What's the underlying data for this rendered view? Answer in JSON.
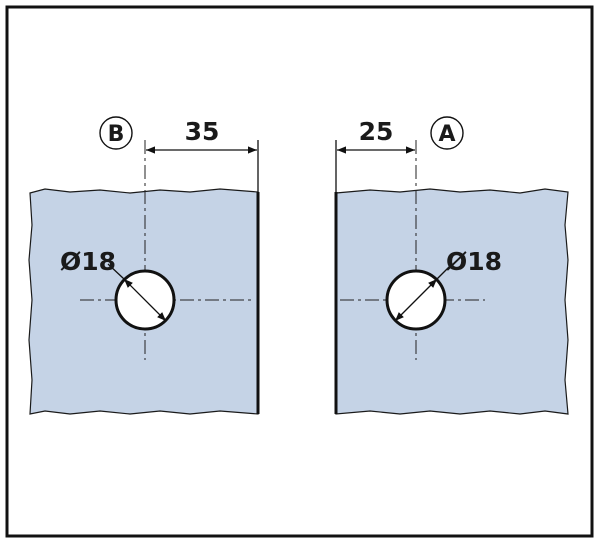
{
  "panel_b": {
    "label": "B",
    "offset_dimension": "35",
    "hole_diameter": "Ø18"
  },
  "panel_a": {
    "label": "A",
    "offset_dimension": "25",
    "hole_diameter": "Ø18"
  },
  "colors": {
    "glass_fill": "#c5d3e6",
    "outline": "#111111",
    "frame_background": "#ffffff"
  }
}
